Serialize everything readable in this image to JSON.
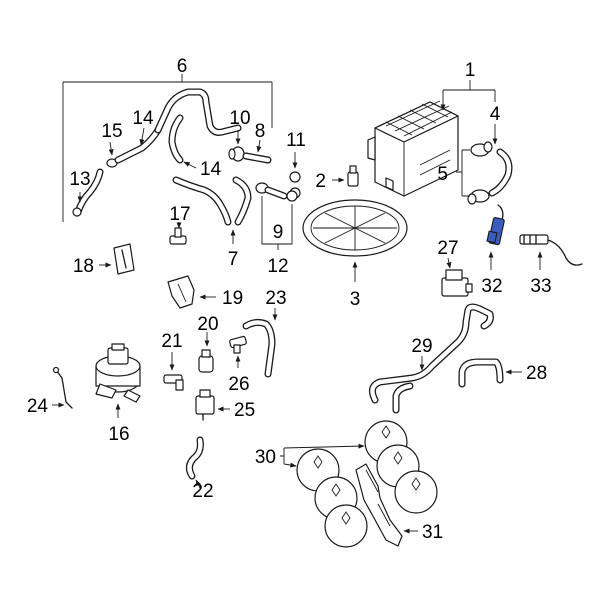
{
  "callouts": {
    "c1": "1",
    "c2": "2",
    "c3": "3",
    "c4": "4",
    "c5": "5",
    "c6": "6",
    "c7": "7",
    "c8": "8",
    "c9": "9",
    "c10": "10",
    "c11": "11",
    "c12": "12",
    "c13": "13",
    "c14a": "14",
    "c14b": "14",
    "c15": "15",
    "c16": "16",
    "c17": "17",
    "c18": "18",
    "c19": "19",
    "c20": "20",
    "c21": "21",
    "c22": "22",
    "c23": "23",
    "c24": "24",
    "c25": "25",
    "c26": "26",
    "c27": "27",
    "c28": "28",
    "c29": "29",
    "c30": "30",
    "c31": "31",
    "c32": "32",
    "c33": "33"
  },
  "colors": {
    "line": "#1a1a1a",
    "highlight": "#3b5bbd",
    "background": "#ffffff"
  }
}
